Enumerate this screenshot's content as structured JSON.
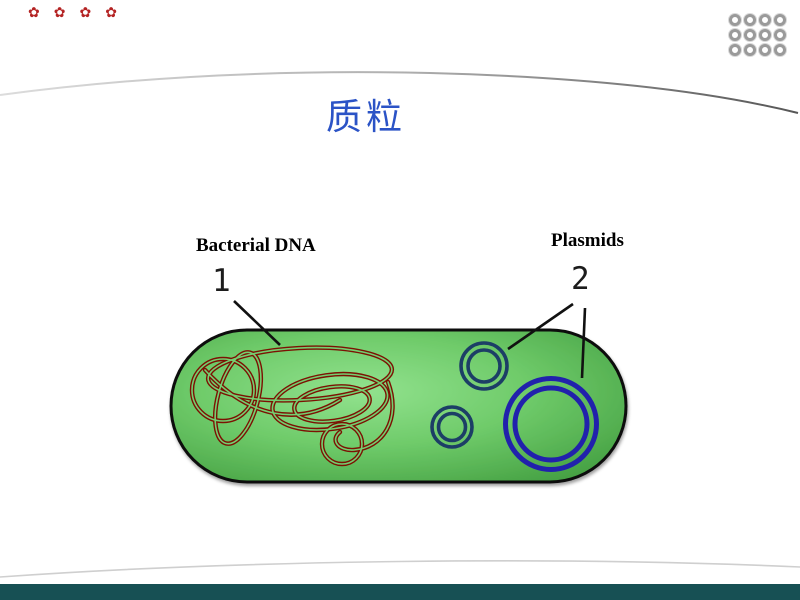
{
  "slide": {
    "title": "质粒",
    "watermark": {
      "glyph": "✿"
    },
    "figure": {
      "bacterial_dna_label": "Bacterial DNA",
      "plasmids_label": "Plasmids",
      "callout_1": "1",
      "callout_2": "2"
    },
    "icons": {
      "corner_dots": "ring-dot-icon",
      "watermark_icon": "red-floret-icon"
    },
    "colors": {
      "title_blue": "#2b53c6",
      "cell_fill_light": "#92e28e",
      "cell_fill_mid": "#6fcb6a",
      "cell_fill_dark": "#3e993c",
      "cell_outline": "#0a0a0a",
      "dna_red": "#7c1103",
      "plasmid_small_ring": "#1c3e66",
      "plasmid_large_ring": "#2121ac",
      "swoosh_gray": "#9a9a9a",
      "footer_bar_teal": "#175054",
      "watermark_red": "#b42323"
    }
  }
}
